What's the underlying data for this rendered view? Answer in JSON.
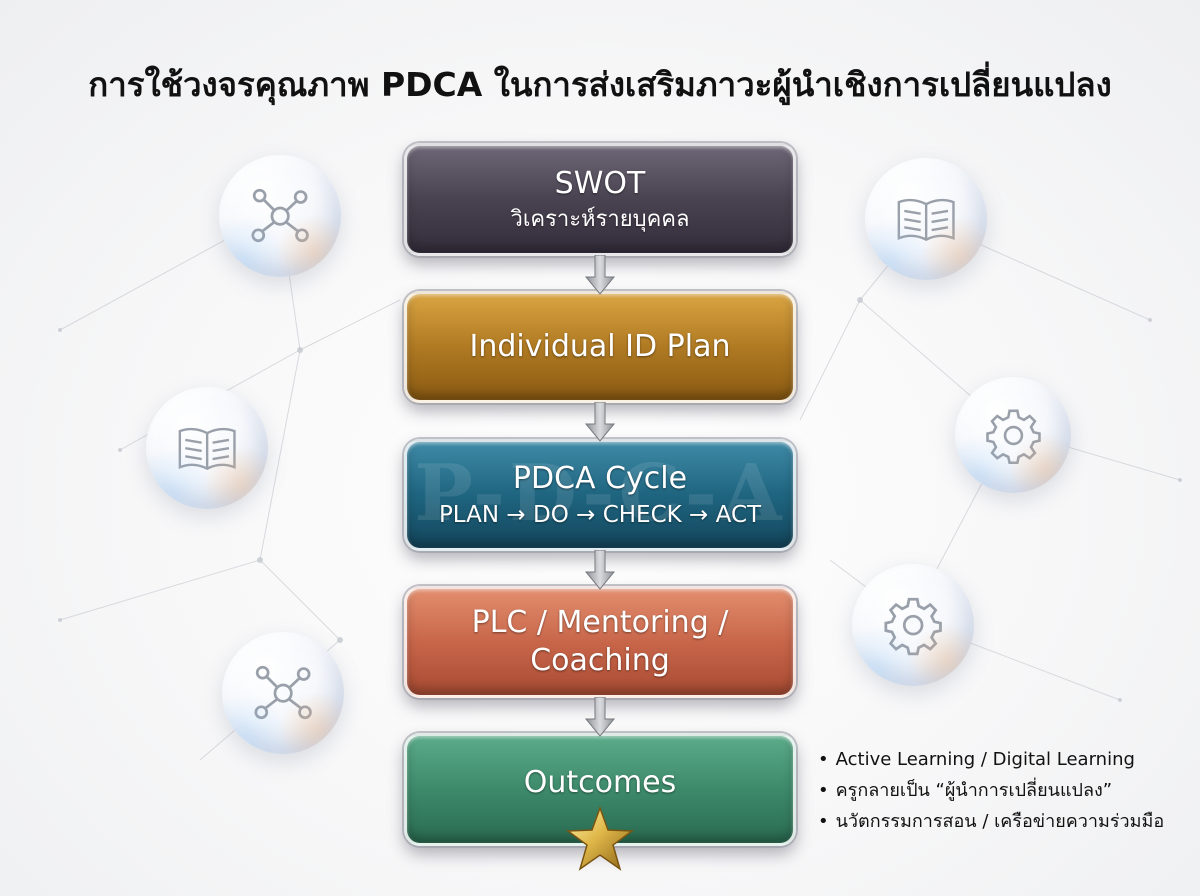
{
  "title": "การใช้วงจรคุณภาพ PDCA ในการส่งเสริมภาวะผู้นำเชิงการเปลี่ยนแปลง",
  "steps": [
    {
      "label": "SWOT",
      "sublabel": "วิเคราะห์รายบุคคล",
      "color": "#4a4452"
    },
    {
      "label": "Individual ID Plan",
      "color": "#b07a23"
    },
    {
      "label": "PDCA Cycle",
      "sublabel": "PLAN → DO → CHECK → ACT",
      "watermark": "P-D-C-A",
      "color": "#1f6580"
    },
    {
      "label": "PLC / Mentoring /",
      "label_line2": "Coaching",
      "color": "#c8664a"
    },
    {
      "label": "Outcomes",
      "color": "#3d8a6b"
    }
  ],
  "outcomes": [
    "Active Learning / Digital Learning",
    "ครูกลายเป็น “ผู้นำการเปลี่ยนแปลง”",
    "นวัตกรรมการสอน / เครือข่ายความร่วมมือ"
  ],
  "decor_icons": [
    "network-icon",
    "book-icon",
    "book-icon",
    "gear-icon",
    "gear-icon",
    "network-icon"
  ]
}
